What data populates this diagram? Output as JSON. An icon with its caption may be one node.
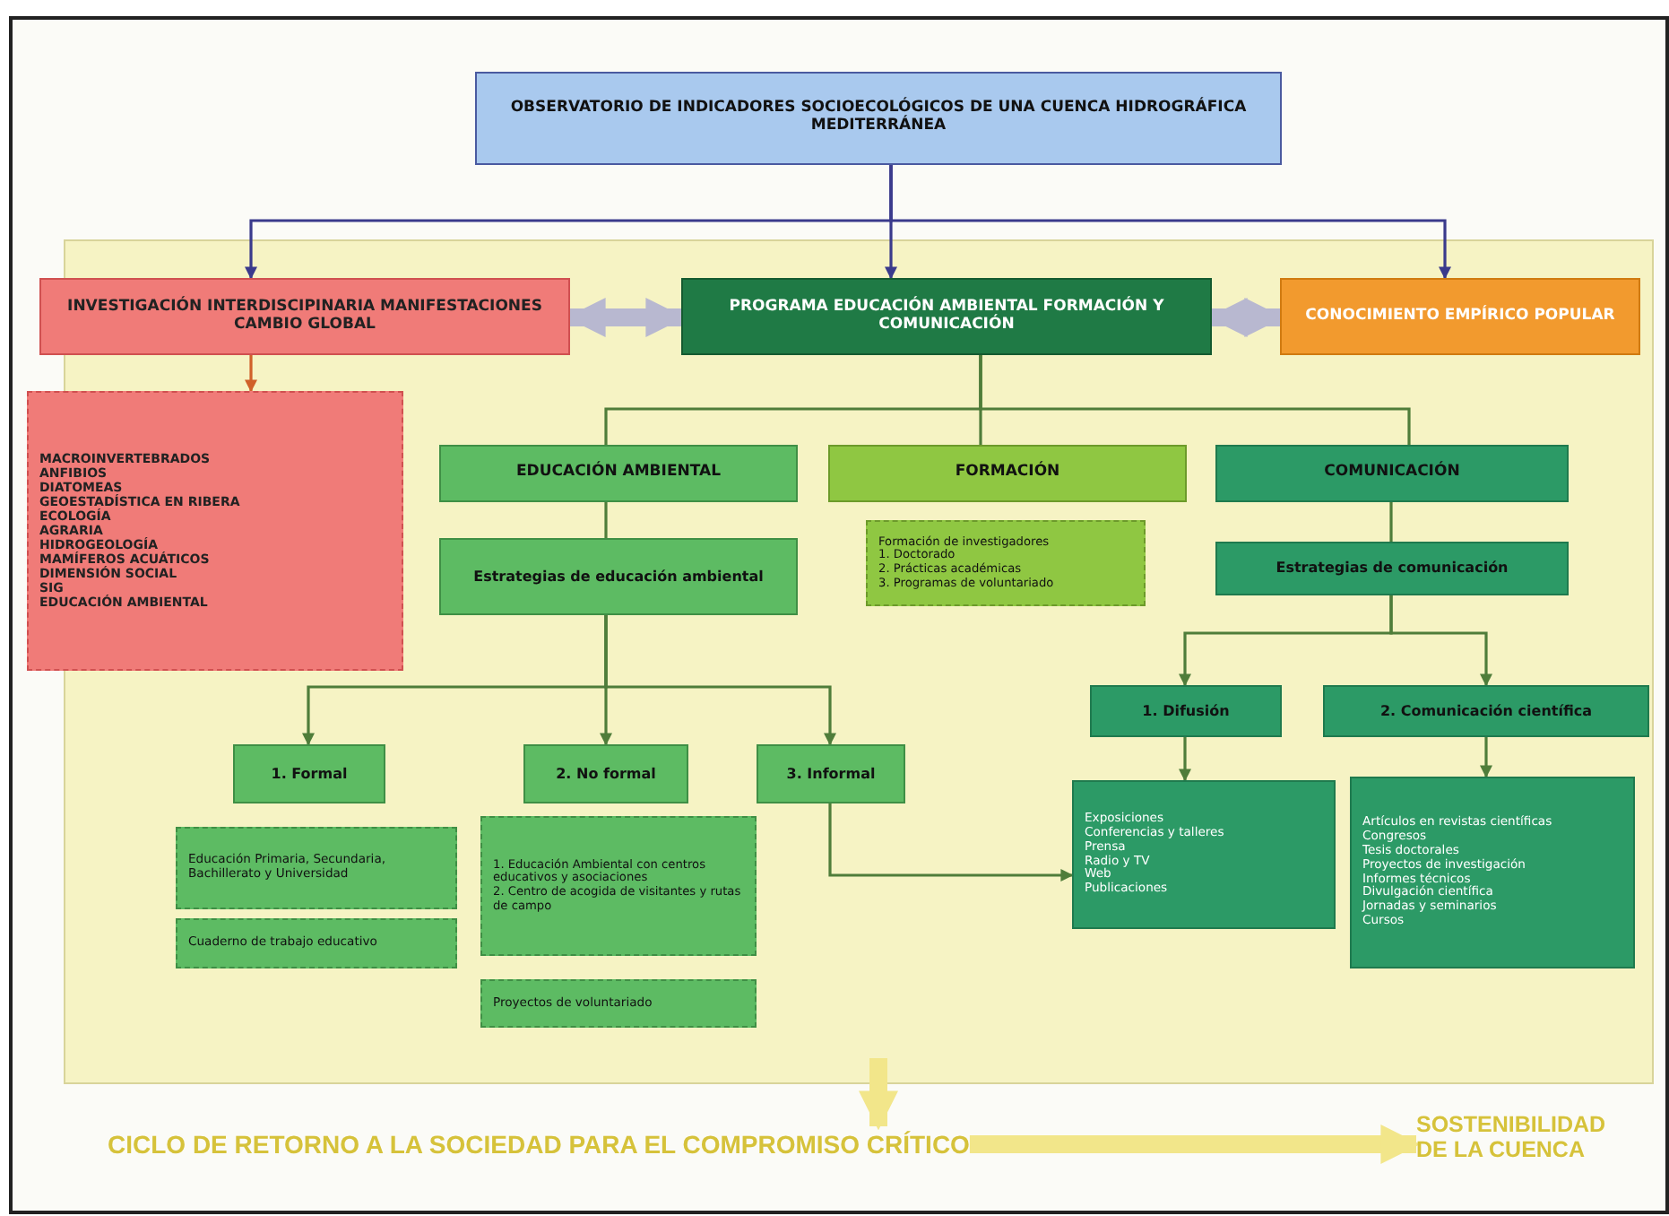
{
  "diagram": {
    "nodes": [
      {
        "text": [
          "OBSERVATORIO DE INDICADORES SOCIOECOLÓGICOS DE UNA CUENCA HIDROGRÁFICA MEDITERRÁNEA"
        ]
      },
      {
        "text": [
          "INVESTIGACIÓN INTERDISCIPINARIA MANIFESTACIONES CAMBIO GLOBAL"
        ]
      },
      {
        "text": [
          "PROGRAMA EDUCACIÓN AMBIENTAL FORMACIÓN Y COMUNICACIÓN"
        ]
      },
      {
        "text": [
          "CONOCIMIENTO EMPÍRICO POPULAR"
        ]
      },
      {
        "text": [
          "MACROINVERTEBRADOS",
          "ANFIBIOS",
          "DIATOMEAS",
          "GEOESTADÍSTICA EN RIBERA",
          "ECOLOGÍA",
          "AGRARIA",
          "HIDROGEOLOGÍA",
          "MAMÍFEROS ACUÁTICOS",
          "DIMENSIÓN SOCIAL",
          "SIG",
          "EDUCACIÓN AMBIENTAL"
        ]
      },
      {
        "text": [
          "EDUCACIÓN AMBIENTAL"
        ]
      },
      {
        "text": [
          "FORMACIÓN"
        ]
      },
      {
        "text": [
          "COMUNICACIÓN"
        ]
      },
      {
        "text": [
          "Estrategias de educación ambiental"
        ]
      },
      {
        "text": [
          "Formación de investigadores",
          "1. Doctorado",
          "2. Prácticas académicas",
          "3. Programas de voluntariado"
        ]
      },
      {
        "text": [
          "Estrategias de comunicación"
        ]
      },
      {
        "text": [
          "1. Formal"
        ]
      },
      {
        "text": [
          "2. No formal"
        ]
      },
      {
        "text": [
          "3. Informal"
        ]
      },
      {
        "text": [
          "Educación Primaria, Secundaria, Bachillerato y Universidad"
        ]
      },
      {
        "text": [
          "Cuaderno de trabajo educativo"
        ]
      },
      {
        "text": [
          "1. Educación Ambiental con centros educativos y asociaciones",
          "2. Centro de acogida de visitantes y rutas de campo"
        ]
      },
      {
        "text": [
          "Proyectos de voluntariado"
        ]
      },
      {
        "text": [
          "1. Difusión"
        ]
      },
      {
        "text": [
          "2. Comunicación científica"
        ]
      },
      {
        "text": [
          "Exposiciones",
          "Conferencias y talleres",
          "Prensa",
          "Radio y TV",
          "Web",
          "Publicaciones"
        ]
      },
      {
        "text": [
          "Artículos en revistas científicas",
          "Congresos",
          "Tesis doctorales",
          "Proyectos de investigación",
          "Informes técnicos",
          "Divulgación científica",
          "Jornadas y seminarios",
          "Cursos"
        ]
      },
      {
        "text": [
          "CICLO DE RETORNO A LA SOCIEDAD PARA EL COMPROMISO CRÍTICO"
        ]
      },
      {
        "text": [
          "SOSTENIBILIDAD DE LA CUENCA"
        ]
      }
    ],
    "edges": [
      {
        "from": 0,
        "to": 1,
        "arrow": "to",
        "color": "#3a3a8c"
      },
      {
        "from": 0,
        "to": 2,
        "arrow": "to",
        "color": "#3a3a8c"
      },
      {
        "from": 0,
        "to": 3,
        "arrow": "to",
        "color": "#3a3a8c"
      },
      {
        "from": 1,
        "to": 2,
        "arrow": "both",
        "style": "thick",
        "color": "#b8b8d0"
      },
      {
        "from": 2,
        "to": 3,
        "arrow": "both",
        "style": "thick",
        "color": "#b8b8d0"
      },
      {
        "from": 1,
        "to": 4,
        "arrow": "to",
        "color": "#d0602a"
      },
      {
        "from": 2,
        "to": 5,
        "arrow": "none"
      },
      {
        "from": 2,
        "to": 6,
        "arrow": "none"
      },
      {
        "from": 2,
        "to": 7,
        "arrow": "none"
      },
      {
        "from": 5,
        "to": 8,
        "arrow": "none"
      },
      {
        "from": 7,
        "to": 10,
        "arrow": "none"
      },
      {
        "from": 8,
        "to": 11,
        "arrow": "to"
      },
      {
        "from": 8,
        "to": 12,
        "arrow": "to"
      },
      {
        "from": 8,
        "to": 13,
        "arrow": "to"
      },
      {
        "from": 13,
        "to": 20,
        "arrow": "to"
      },
      {
        "from": 10,
        "to": 18,
        "arrow": "to"
      },
      {
        "from": 10,
        "to": 19,
        "arrow": "to"
      },
      {
        "from": 18,
        "to": 20,
        "arrow": "to"
      },
      {
        "from": 19,
        "to": 21,
        "arrow": "to"
      },
      {
        "from": null,
        "to": 22,
        "arrow": "to",
        "style": "thick",
        "color": "#f2e68a"
      },
      {
        "from": 22,
        "to": 23,
        "arrow": "to",
        "style": "thick",
        "color": "#f2e68a"
      }
    ]
  }
}
